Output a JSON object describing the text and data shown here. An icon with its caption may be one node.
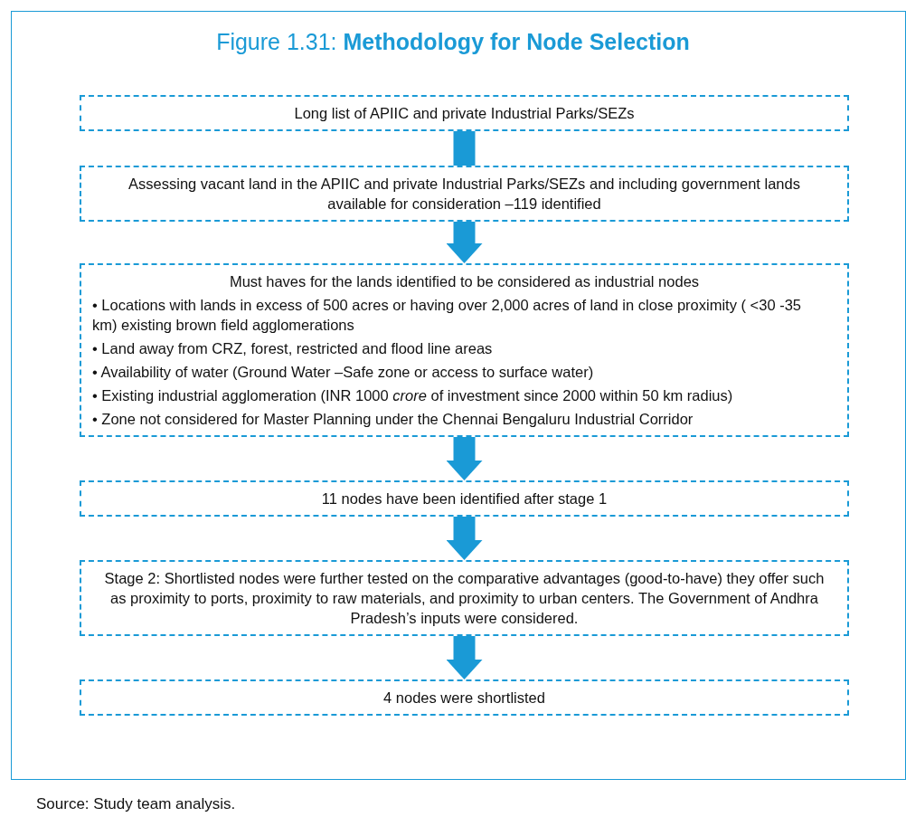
{
  "diagram": {
    "title": "Figure 1.31: **Methodology for Node Selection**",
    "caption": "Source: Study team analysis.",
    "nodes": [
      {
        "text": [
          "Long list of APIIC and private Industrial Parks/SEZs"
        ]
      },
      {
        "text": [
          "Assessing vacant land in the APIIC and private Industrial Parks/SEZs and including government lands available for consideration –119 identified"
        ]
      },
      {
        "text": [
          "Must haves for the lands identified to be considered as industrial nodes",
          "• Locations with lands in excess of 500 acres or having over 2,000 acres of land in close proximity ( <30 -35 km)  existing brown field  agglomerations",
          "• Land away from CRZ, forest, restricted and flood line areas",
          "• Availability of water (Ground Water –Safe zone or access to surface water)",
          "• Existing industrial agglomeration (INR 1000 *crore* of investment since 2000 within 50 km radius)",
          "• Zone not considered for Master Planning under the Chennai Bengaluru Industrial Corridor"
        ]
      },
      {
        "text": [
          "11 nodes have been identified after stage 1"
        ]
      },
      {
        "text": [
          "Stage 2: Shortlisted nodes were further tested on the comparative advantages (good-to-have) they offer such as proximity to ports, proximity to raw materials, and proximity to urban centers. The Government of Andhra Pradesh’s inputs were considered."
        ]
      },
      {
        "text": [
          "4 nodes were shortlisted"
        ]
      }
    ],
    "edges": [
      {
        "from": 0,
        "to": 1,
        "arrow": "none"
      },
      {
        "from": 1,
        "to": 2,
        "arrow": "to"
      },
      {
        "from": 2,
        "to": 3,
        "arrow": "to"
      },
      {
        "from": 3,
        "to": 4,
        "arrow": "to"
      },
      {
        "from": 4,
        "to": 5,
        "arrow": "to"
      }
    ]
  }
}
